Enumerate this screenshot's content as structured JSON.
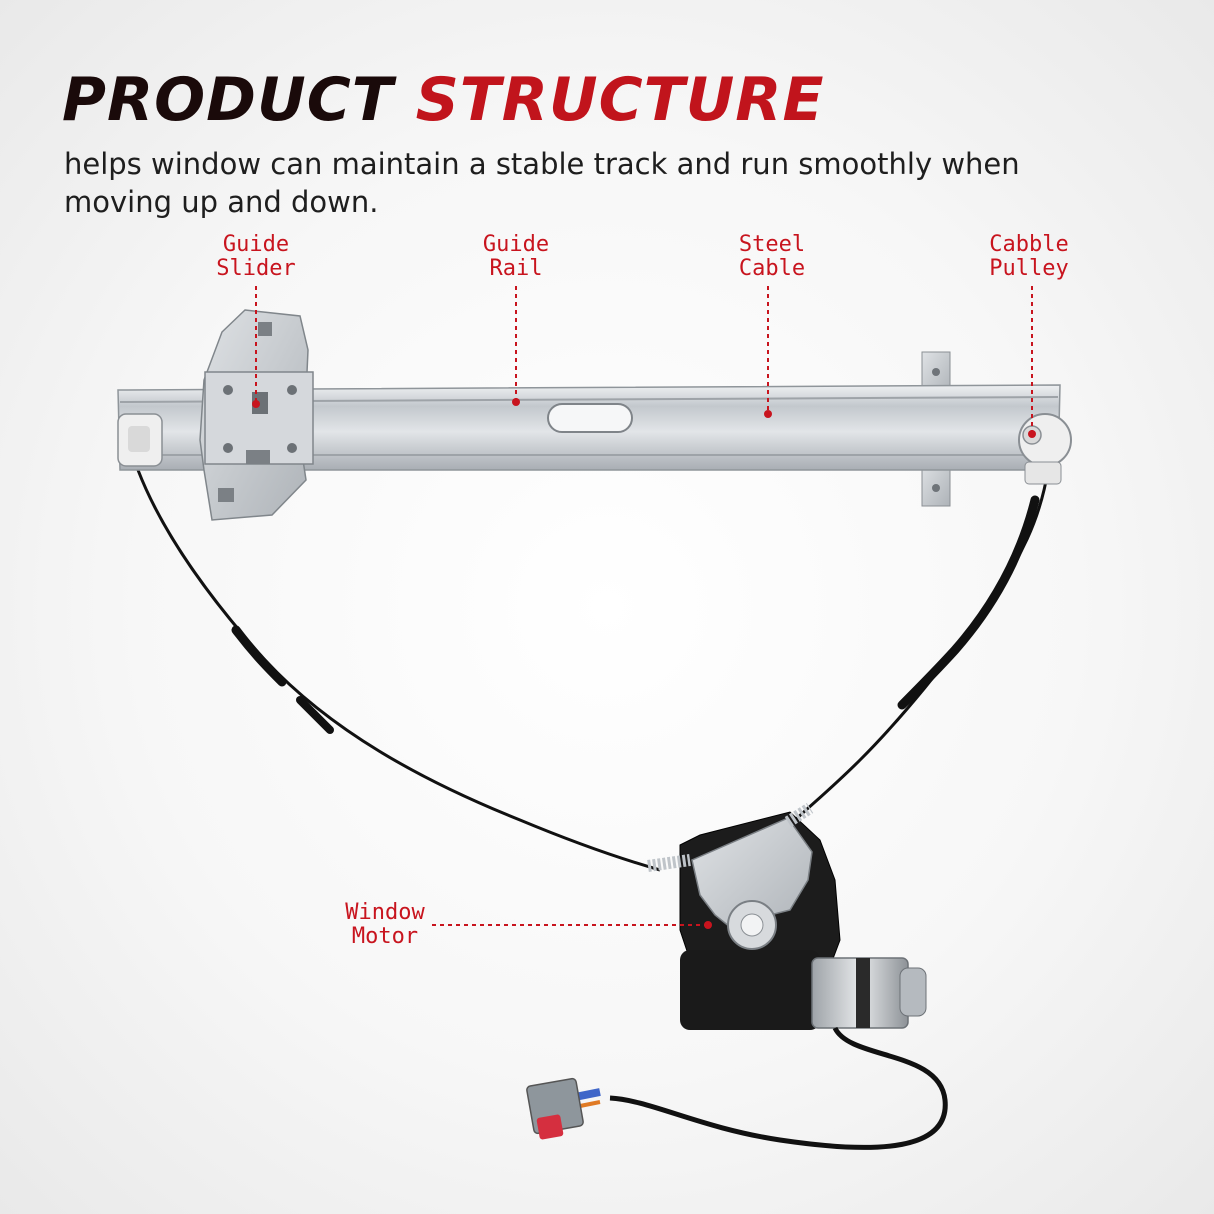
{
  "header": {
    "title_word1": "PRODUCT",
    "title_word2": "STRUCTURE",
    "subtitle": "helps window can maintain a stable track and run smoothly when moving up and down."
  },
  "callouts": {
    "guide_slider": "Guide\nSlider",
    "guide_rail": "Guide\nRail",
    "steel_cable": "Steel\nCable",
    "cabble_pulley": "Cabble\nPulley",
    "window_motor": "Window\nMotor"
  },
  "colors": {
    "accent": "#c8141e",
    "title_dark": "#1a0a0a",
    "text": "#1e1e1e",
    "metal": "#c9cdd2",
    "cable": "#111111"
  }
}
